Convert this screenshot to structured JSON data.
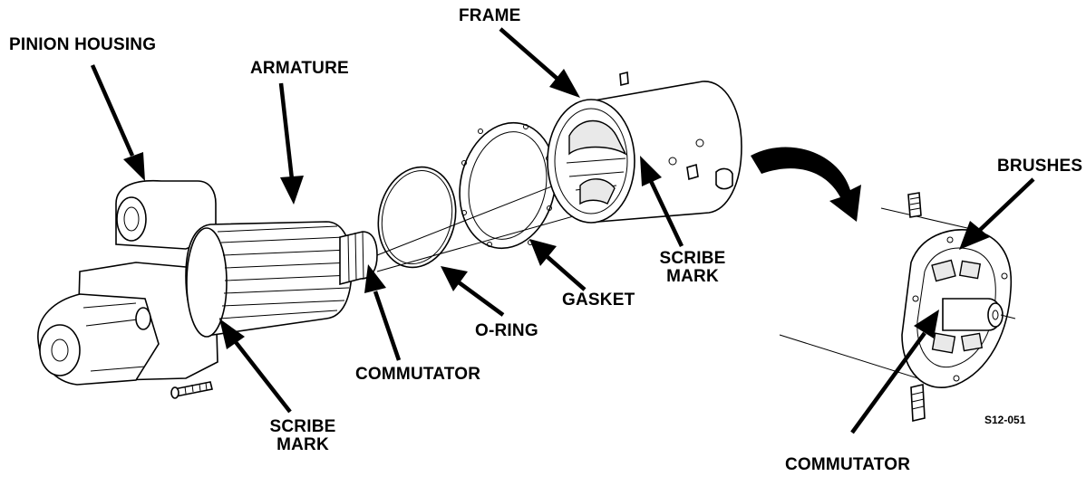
{
  "labels": {
    "pinion_housing": "PINION HOUSING",
    "armature": "ARMATURE",
    "frame": "FRAME",
    "brushes": "BRUSHES",
    "scribe_mark_frame_line1": "SCRIBE",
    "scribe_mark_frame_line2": "MARK",
    "gasket": "GASKET",
    "o_ring": "O-RING",
    "commutator_left": "COMMUTATOR",
    "scribe_mark_armature_line1": "SCRIBE",
    "scribe_mark_armature_line2": "MARK",
    "commutator_right": "COMMUTATOR"
  },
  "figure_code": "S12-051"
}
